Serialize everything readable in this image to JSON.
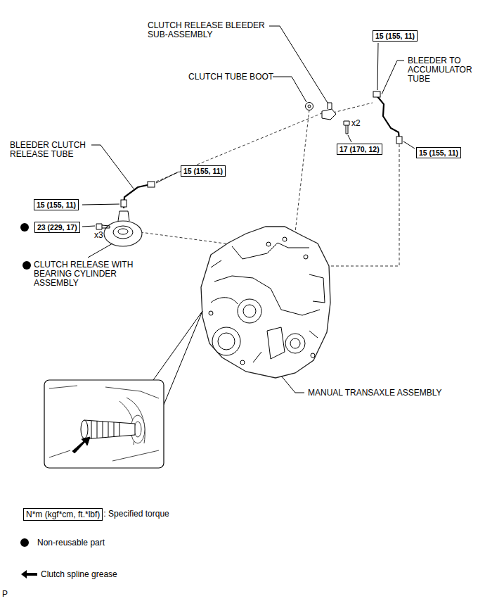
{
  "diagram": {
    "nodes": [
      {
        "text": [
          "15 (155, 11)"
        ]
      },
      {
        "text": [
          "17 (170, 12)"
        ]
      },
      {
        "text": [
          "15 (155, 11)"
        ]
      },
      {
        "text": [
          "15 (155, 11)"
        ]
      },
      {
        "text": [
          "15 (155, 11)"
        ]
      },
      {
        "text": [
          "23 (229, 17)"
        ]
      },
      {
        "text": [
          "N*m (kgf*cm, ft.*lbf)"
        ]
      }
    ],
    "labels": [
      "CLUTCH RELEASE BLEEDER SUB-ASSEMBLY",
      "BLEEDER TO ACCUMULATOR TUBE",
      "CLUTCH TUBE BOOT",
      "x2",
      "BLEEDER CLUTCH RELEASE TUBE",
      "x3",
      "CLUTCH RELEASE WITH BEARING CYLINDER ASSEMBLY",
      "MANUAL TRANSAXLE ASSEMBLY",
      "P"
    ],
    "legend": [
      {
        "text": ": Specified torque"
      },
      {
        "text": "Non-reusable part"
      },
      {
        "text": "Clutch spline grease"
      }
    ]
  }
}
